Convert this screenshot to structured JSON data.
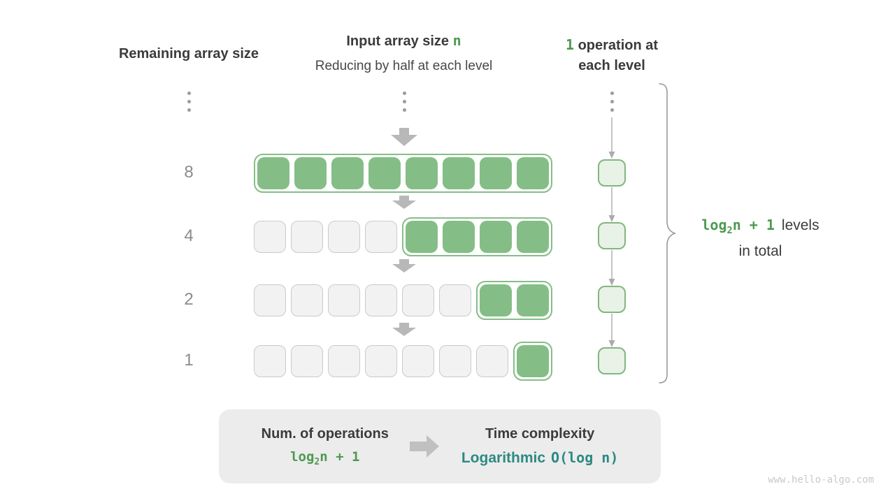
{
  "title": "Logarithmic time complexity — reducing array by half each level",
  "colors": {
    "accent_green_text": "#4d9a51",
    "cell_green": "#85bd87",
    "cell_gray_bg": "#f2f2f2",
    "cell_gray_border": "#cacaca",
    "op_box_bg": "#e9f2e6",
    "op_box_border": "#80b77f",
    "arrow_gray": "#b8b8b8",
    "teal_text": "#2c8a82",
    "summary_bg": "#ececec",
    "dark_text": "#3b3b3b",
    "muted_text": "#8b8b8b"
  },
  "headers": {
    "remaining": "Remaining array size",
    "input_bold_prefix": "Input array size",
    "input_var": "n",
    "input_subtitle": "Reducing by half at each level",
    "ops_highlight": "1",
    "ops_rest_line1": " operation at",
    "ops_line2": "each level"
  },
  "levels": [
    {
      "remaining": "8",
      "empty_cells": 0,
      "active_cells": 8
    },
    {
      "remaining": "4",
      "empty_cells": 4,
      "active_cells": 4
    },
    {
      "remaining": "2",
      "empty_cells": 6,
      "active_cells": 2
    },
    {
      "remaining": "1",
      "empty_cells": 7,
      "active_cells": 1
    }
  ],
  "brace_label": {
    "formula_fn": "log",
    "formula_base": "2",
    "formula_rest": "n + 1",
    "text_line1": "levels",
    "text_line2": "in total"
  },
  "summary": {
    "operations_title": "Num. of operations",
    "operations_fn": "log",
    "operations_base": "2",
    "operations_rest": "n + 1",
    "complexity_title": "Time complexity",
    "complexity_class": "Logarithmic",
    "complexity_formula": "O(log n)"
  },
  "watermark": "www.hello-algo.com",
  "icons": {
    "vertical_ellipsis": "column continues upward",
    "down_block_arrow": "halving step",
    "thin_arrow": "one operation per level",
    "curly_brace": "groups all levels",
    "right_block_arrow": "implies"
  }
}
